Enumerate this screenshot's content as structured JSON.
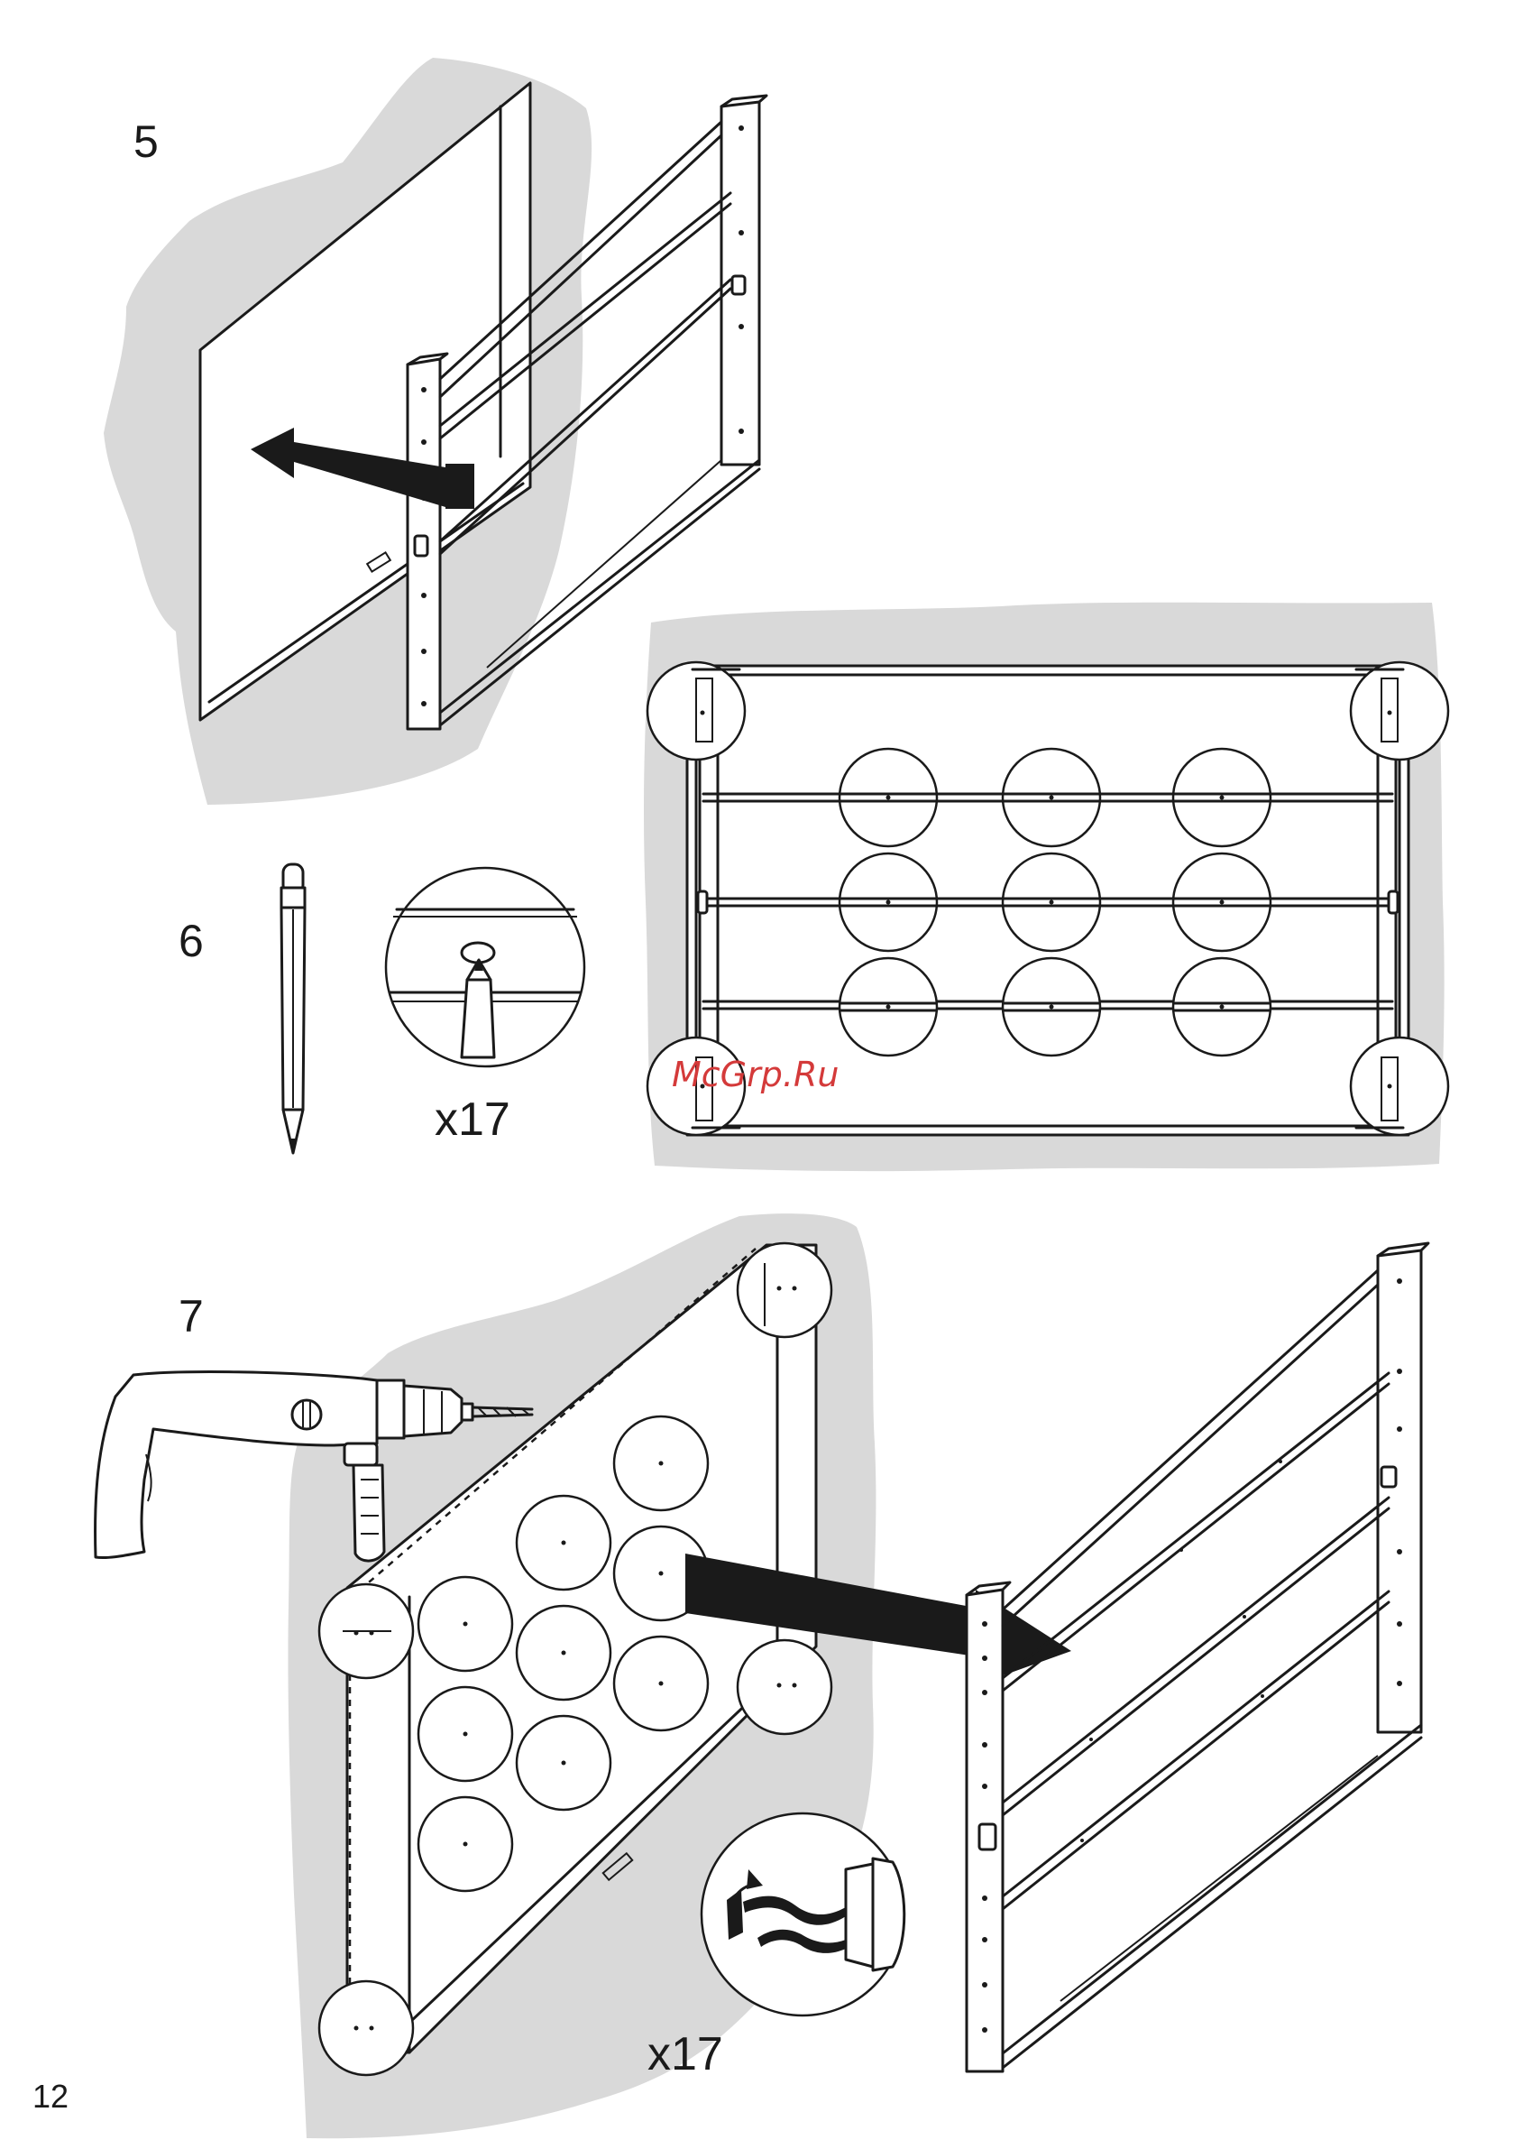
{
  "steps": [
    {
      "number": "5"
    },
    {
      "number": "6",
      "quantity": "x17"
    },
    {
      "number": "7",
      "quantity": "x17"
    }
  ],
  "watermark": "McGrp.Ru",
  "page_number": "12",
  "icons": [
    "pencil-icon",
    "drill-icon",
    "arrow-icon",
    "drill-bit-detail-icon",
    "pencil-mark-detail-icon"
  ],
  "colors": {
    "background_blob": "#d9d9d9",
    "line": "#1a1a1a",
    "watermark": "#d43a3a"
  }
}
